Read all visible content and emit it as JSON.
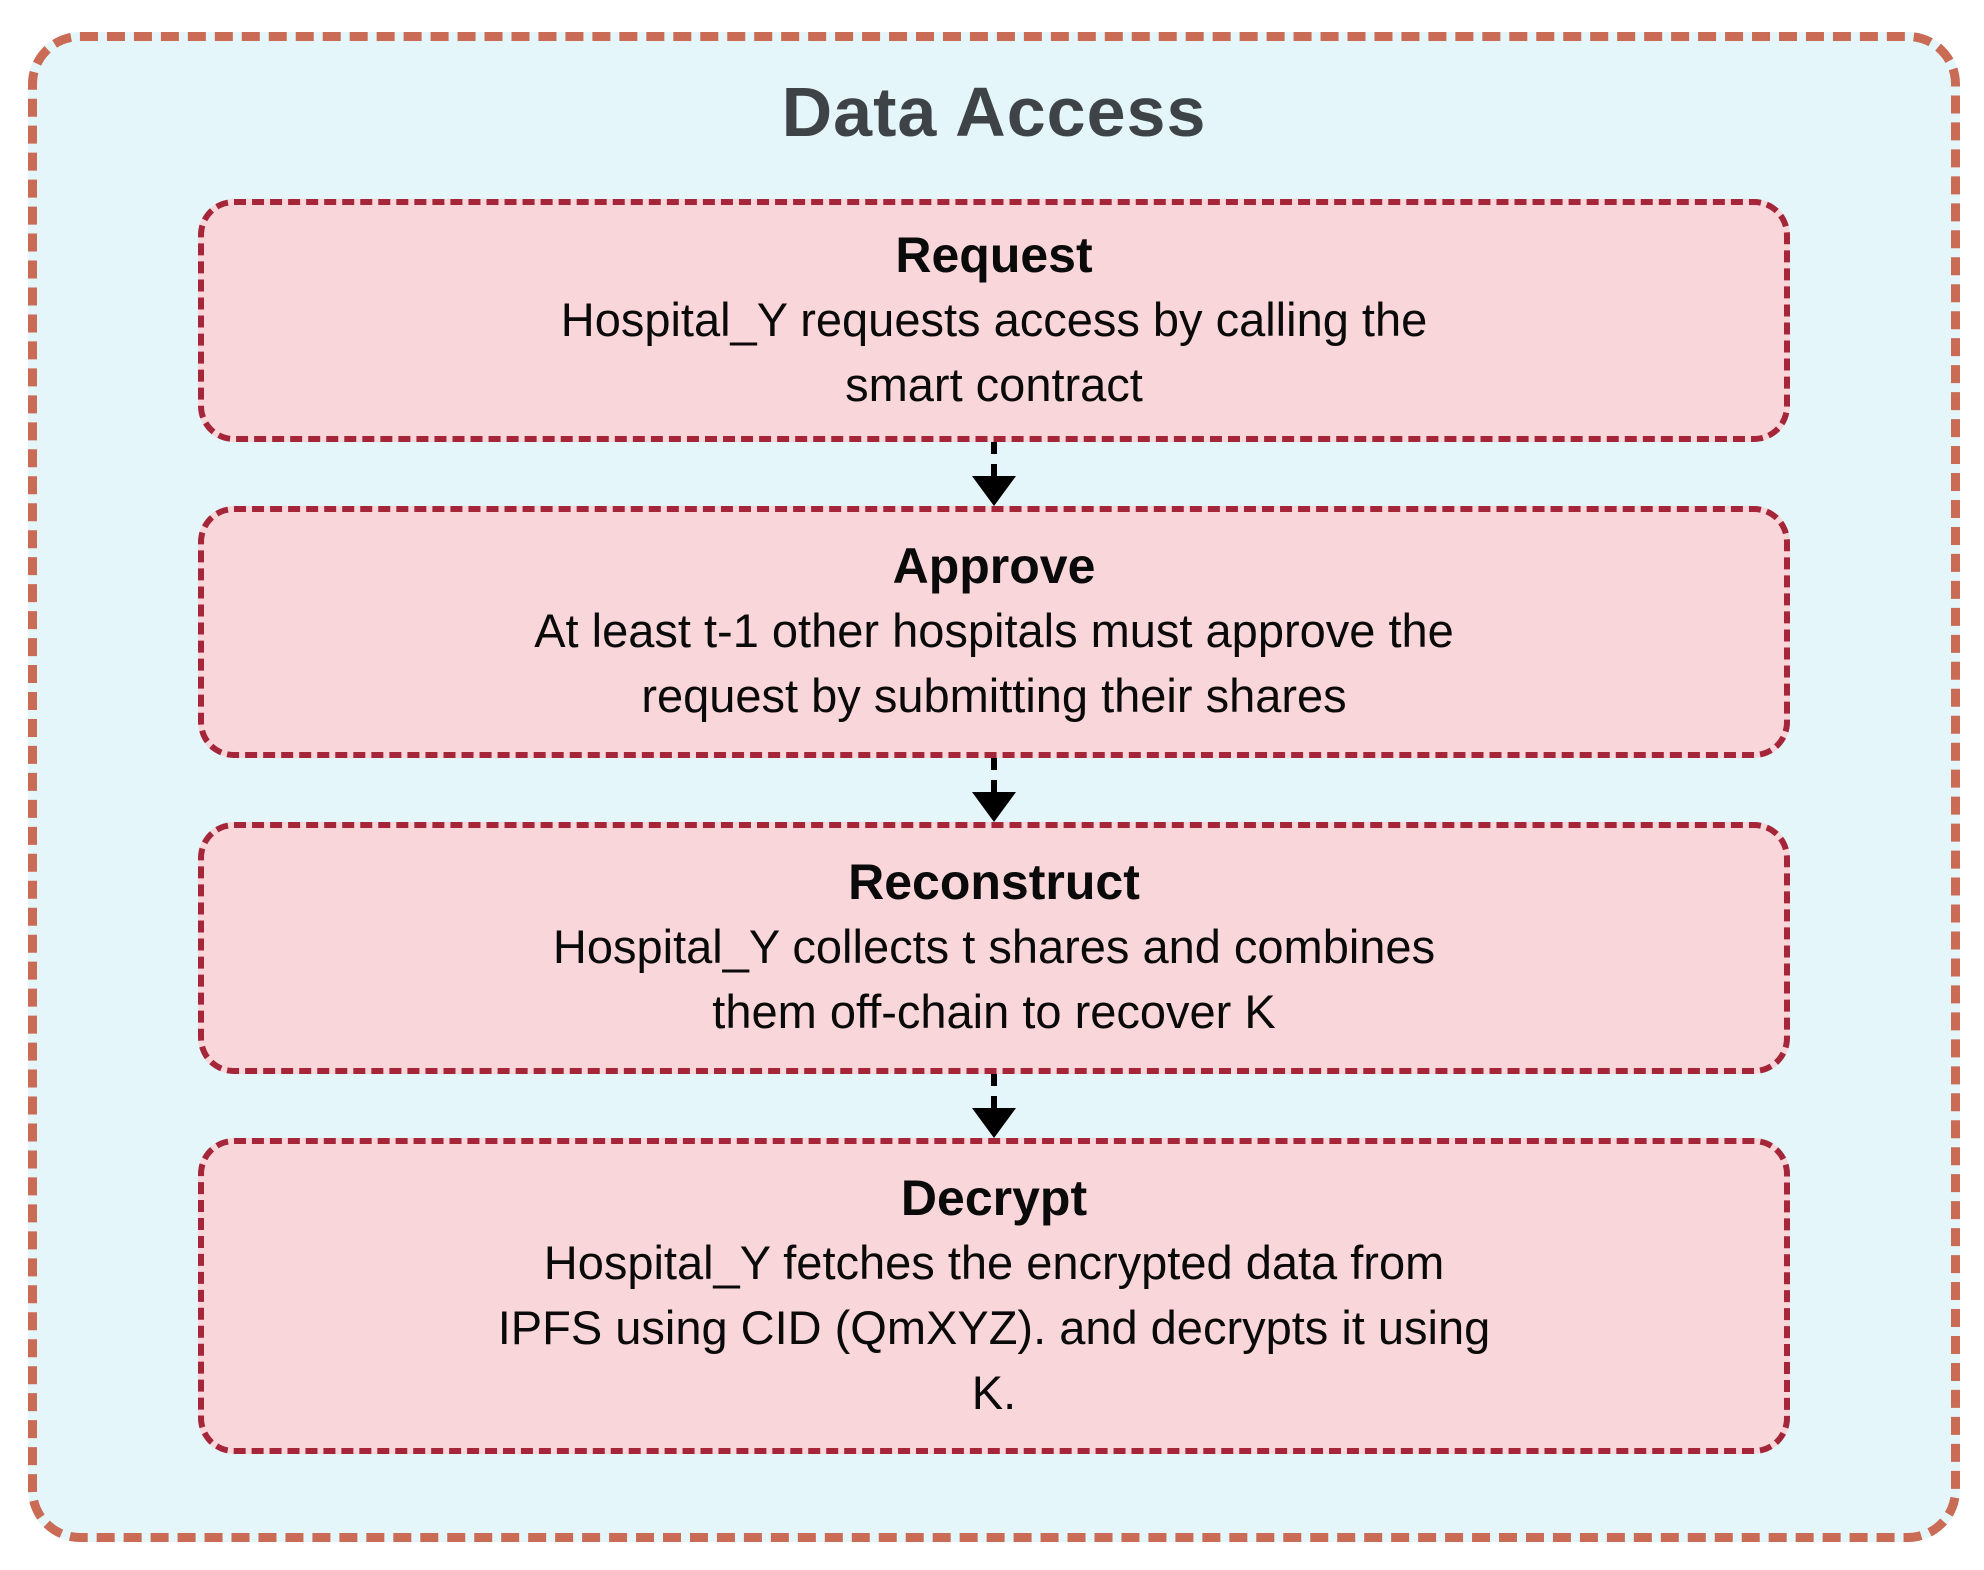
{
  "theme": {
    "outer_bg": "#e4f6fa",
    "outer_border": "#c96b55",
    "box_bg": "#f9d6da",
    "box_border": "#a52639",
    "title_color": "#3e4347",
    "text_color": "#0a0a0a",
    "arrow_color": "#000000"
  },
  "diagram": {
    "title": "Data Access",
    "stages": [
      {
        "heading": "Request",
        "body": "Hospital_Y requests access by calling the\nsmart contract"
      },
      {
        "heading": "Approve",
        "body": "At least t-1 other hospitals must approve the\nrequest by submitting their shares"
      },
      {
        "heading": "Reconstruct",
        "body": "Hospital_Y collects t shares and combines\nthem off-chain to recover K"
      },
      {
        "heading": "Decrypt",
        "body": "Hospital_Y fetches the encrypted data from\nIPFS using CID (QmXYZ). and decrypts it using\nK."
      }
    ]
  }
}
